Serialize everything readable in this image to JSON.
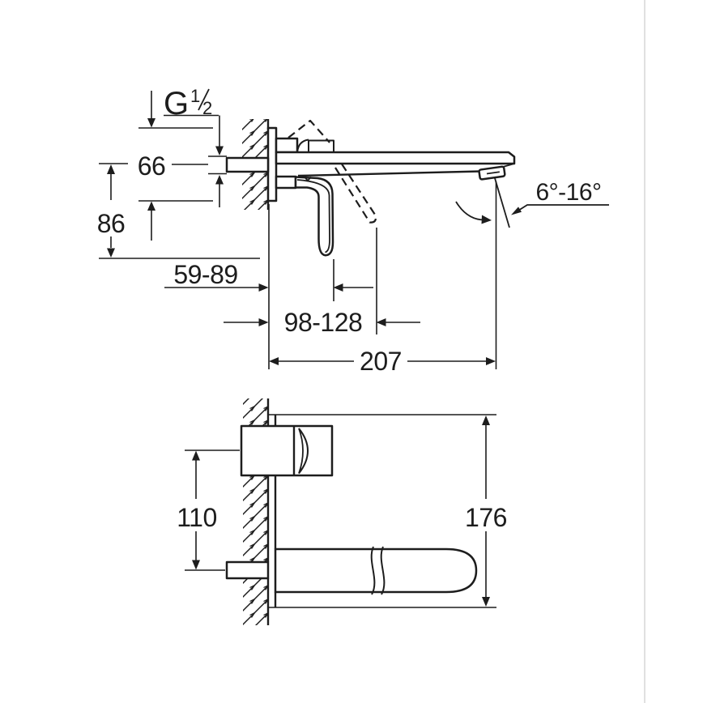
{
  "page": {
    "background": "#ffffff",
    "line_color": "#1d1d1d",
    "artifact_line_color": "#cccccc"
  },
  "drawing": {
    "labels": {
      "thread_prefix": "G",
      "thread_numerator": "1",
      "thread_denominator": "2",
      "plate_height": "66",
      "outlet_drop": "86",
      "body_depth_range": "59-89",
      "lever_depth_range": "98-128",
      "spout_length": "207",
      "aerator_angle_range": "6°-16°",
      "hole_spacing": "110",
      "plate_length": "176"
    }
  }
}
